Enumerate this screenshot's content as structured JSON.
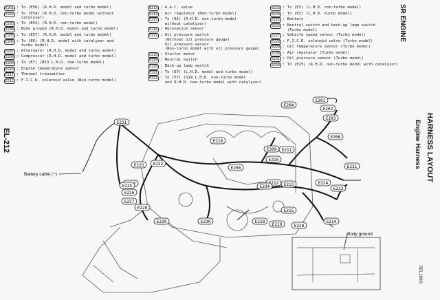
{
  "page": {
    "number": "EL-212",
    "section": "SR ENGINE",
    "heading": "HARNESS LAYOUT",
    "subheading": "Engine Harness",
    "figure_code": "SEL190G",
    "battery_label": "Battery cable (−)",
    "body_ground_label": "Body ground"
  },
  "legend": {
    "col1": [
      {
        "code": "E201",
        "text": ": To (E50) (R.H.D. model and turbo model)"
      },
      {
        "code": "E202",
        "text": ": To (E54) (R.H.D. non-turbo model without\n  catalyzer)"
      },
      {
        "code": "E203",
        "text": ": To (E54) (R.H.D. non-turbo model)"
      },
      {
        "code": "E204",
        "text": ": Body ground (R.H.D. model and turbo model)"
      },
      {
        "code": "E205",
        "text": ": To (E57) (R.H.D. model and turbo model)"
      },
      {
        "code": "E206",
        "text": ": To (E6) (R.H.D. model with catalyzer and\n  turbo model)"
      },
      {
        "code": "E207",
        "text": ": Alternator (R.H.D. model and turbo model)"
      },
      {
        "code": "E208",
        "text": ": Compressor (R.H.D. model and turbo model)"
      },
      {
        "code": "E209",
        "text": ": To (E7) (B13 L.H.D. non-turbo model)"
      },
      {
        "code": "E210",
        "text": ": Engine temperature sensor"
      },
      {
        "code": "E211",
        "text": ": Thermal transmitter"
      },
      {
        "code": "E212",
        "text": ": F.I.C.D. solenoid valve (Non-turbo model)"
      }
    ],
    "col2": [
      {
        "code": "E213",
        "text": ": A.A.C. valve"
      },
      {
        "code": "E214",
        "text": ": Air regulator (Non-turbo model)"
      },
      {
        "code": "E215",
        "text": ": To (E1) (R.H.D. non-turbo model\n  without catalyzer)"
      },
      {
        "code": "E216",
        "text": ": Detonation sensor"
      },
      {
        "code": "E217",
        "text": ": Oil pressure switch\n  (Without oil pressure gauge)\n  Oil pressure sensor\n  (Non-turbo model with oil pressure gauge)"
      },
      {
        "code": "E218",
        "text": ": Starter motor"
      },
      {
        "code": "E219",
        "text": ": Neutral switch"
      },
      {
        "code": "E220",
        "text": ": Back-up lamp switch"
      },
      {
        "code": "E221",
        "text": ": To (E7) (L.H.D. model and turbo model)"
      },
      {
        "code": "E222",
        "text": ": To (E7) (S14 L.H.D. non-turbo model\n  and R.H.D. non-turbo model with catalyzer)"
      }
    ],
    "col3": [
      {
        "code": "E223",
        "text": ": To (E3) (L.H.D. non-turbo model)"
      },
      {
        "code": "E224",
        "text": ": To (E3) (L.H.D. turbo model)"
      },
      {
        "code": "E225",
        "text": ": Battery"
      },
      {
        "code": "E226",
        "text": ": Neutral switch and back-up lamp switch\n  (Turbo model)"
      },
      {
        "code": "E227",
        "text": ": Vehicle speed sensor (Turbo model)"
      },
      {
        "code": "E228",
        "text": ": F.I.C.D. solenoid valve (Turbo model)"
      },
      {
        "code": "E229",
        "text": ": Oil temperature sensor (Turbo model)"
      },
      {
        "code": "E230",
        "text": ": Air regulator (Turbo model)"
      },
      {
        "code": "E231",
        "text": ": Oil pressure sensor (Turbo model)"
      },
      {
        "code": "E234",
        "text": ": To (E25) (R.H.D. non-turbo model with catalyzer)"
      }
    ]
  },
  "connectors": {
    "E201": "E201",
    "E202": "E202",
    "E203": "E203",
    "E204": "E204",
    "E206": "E206",
    "E207": "E207",
    "E208": "E208",
    "E209": "E209",
    "E210": "E210",
    "E211": "E211",
    "E212": "E212",
    "E213": "E213",
    "E214": "E214",
    "E215": "E215",
    "E216": "E216",
    "E218": "E218",
    "E219": "E219",
    "E220": "E220",
    "E221": "E221",
    "E222": "E222",
    "E223": "E223",
    "E225": "E225",
    "E226": "E226",
    "E227": "E227",
    "E228": "E228",
    "E229": "E229",
    "E230": "E230",
    "E231": "E231",
    "E233": "E233",
    "E234": "E234",
    "E224": "E224"
  }
}
